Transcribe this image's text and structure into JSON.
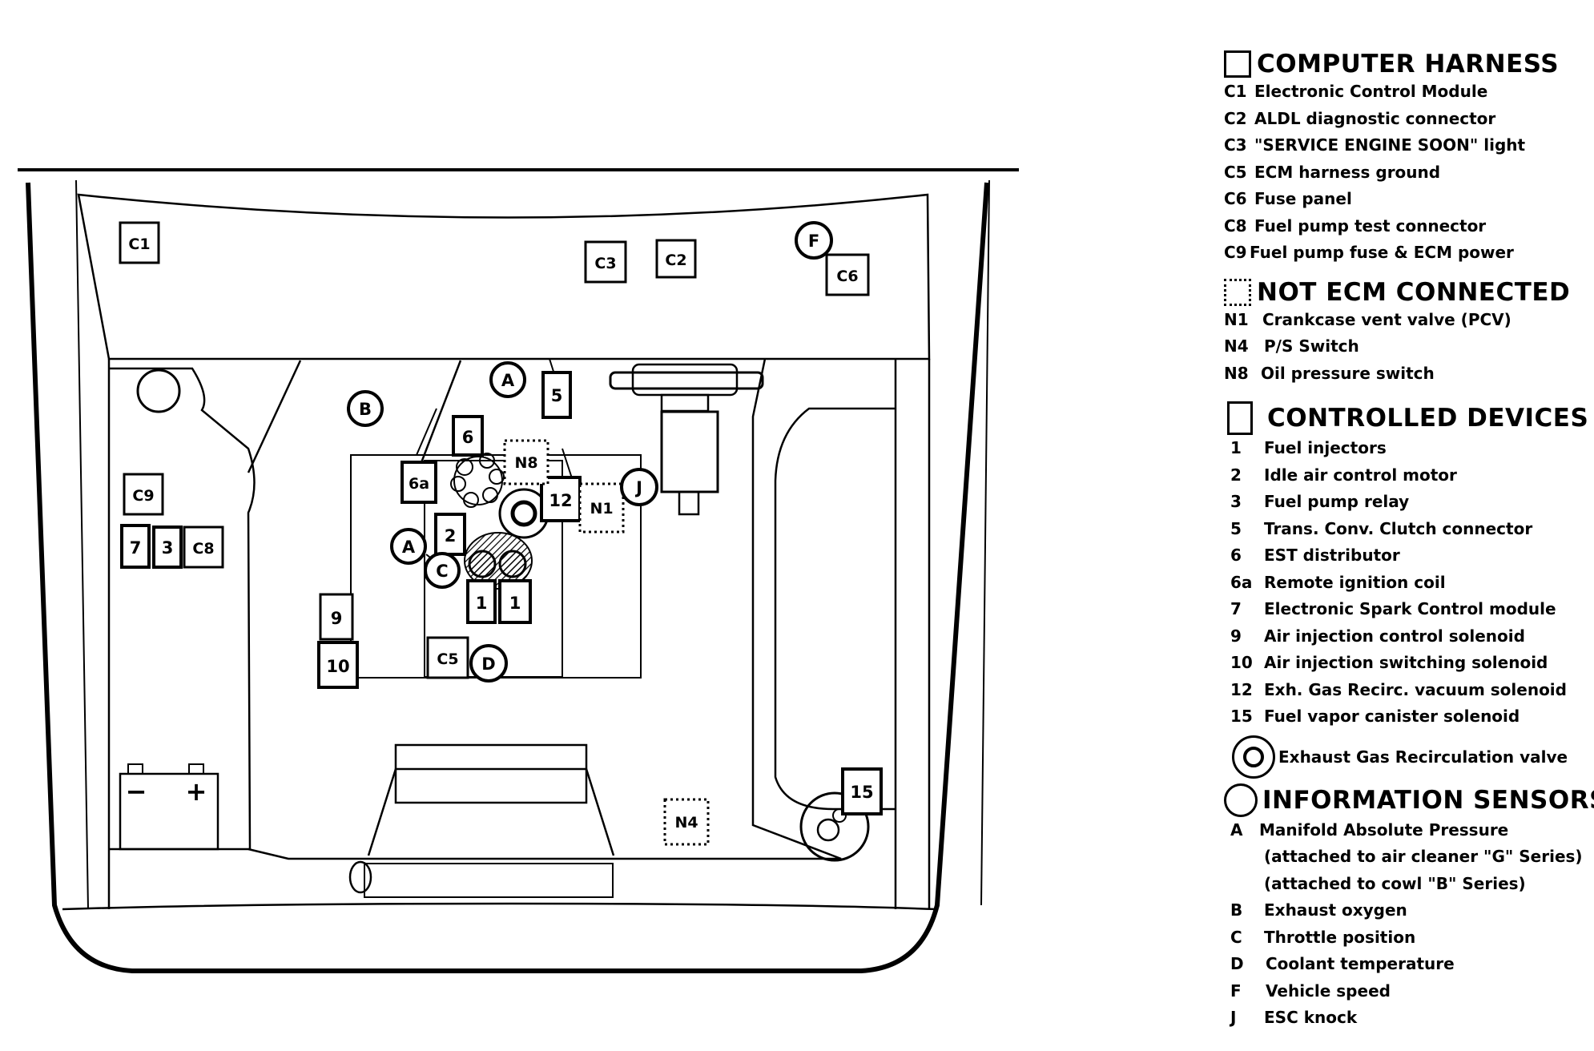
{
  "diagram": {
    "harness_boxes": [
      "C1",
      "C2",
      "C3",
      "C5",
      "C6",
      "C8",
      "C9"
    ],
    "device_boxes": [
      "1",
      "1",
      "2",
      "3",
      "5",
      "6",
      "6a",
      "7",
      "9",
      "10",
      "12",
      "15"
    ],
    "not_ecm_boxes": [
      "N1",
      "N4",
      "N8"
    ],
    "sensor_circles": [
      "A",
      "A",
      "B",
      "C",
      "D",
      "F",
      "J"
    ],
    "battery_minus": "−",
    "battery_plus": "+"
  },
  "legend": {
    "computer_harness": {
      "title": "COMPUTER HARNESS",
      "items": [
        {
          "code": "C1",
          "text": "Electronic Control Module"
        },
        {
          "code": "C2",
          "text": "ALDL diagnostic connector"
        },
        {
          "code": "C3",
          "text": "\"SERVICE ENGINE SOON\" light"
        },
        {
          "code": "C5",
          "text": "ECM harness ground"
        },
        {
          "code": "C6",
          "text": "Fuse panel"
        },
        {
          "code": "C8",
          "text": "Fuel pump test connector"
        },
        {
          "code": "C9",
          "text": "Fuel pump fuse & ECM power"
        }
      ]
    },
    "not_ecm_connected": {
      "title": "NOT ECM CONNECTED",
      "items": [
        {
          "code": "N1",
          "text": "Crankcase vent valve (PCV)"
        },
        {
          "code": "N4",
          "text": "P/S Switch"
        },
        {
          "code": "N8",
          "text": "Oil pressure switch"
        }
      ]
    },
    "controlled_devices": {
      "title": "CONTROLLED DEVICES",
      "items": [
        {
          "code": "1",
          "text": "Fuel injectors"
        },
        {
          "code": "2",
          "text": "Idle air control motor"
        },
        {
          "code": "3",
          "text": "Fuel pump relay"
        },
        {
          "code": "5",
          "text": "Trans. Conv. Clutch connector"
        },
        {
          "code": "6",
          "text": "EST distributor"
        },
        {
          "code": "6a",
          "text": "Remote ignition coil"
        },
        {
          "code": "7",
          "text": "Electronic Spark Control module"
        },
        {
          "code": "9",
          "text": "Air injection control solenoid"
        },
        {
          "code": "10",
          "text": "Air injection switching solenoid"
        },
        {
          "code": "12",
          "text": "Exh. Gas Recirc. vacuum solenoid"
        },
        {
          "code": "15",
          "text": "Fuel vapor canister solenoid"
        }
      ],
      "egr_text": "Exhaust Gas Recirculation valve"
    },
    "information_sensors": {
      "title": "INFORMATION SENSORS",
      "items": [
        {
          "code": "A",
          "text": "Manifold Absolute Pressure"
        },
        {
          "code": "B",
          "text": "Exhaust oxygen"
        },
        {
          "code": "C",
          "text": "Throttle position"
        },
        {
          "code": "D",
          "text": "Coolant temperature"
        },
        {
          "code": "F",
          "text": "Vehicle speed"
        },
        {
          "code": "J",
          "text": "ESC knock"
        }
      ],
      "a_sub1": "(attached to air cleaner \"G\" Series)",
      "a_sub2": "(attached to cowl \"B\" Series)"
    }
  }
}
